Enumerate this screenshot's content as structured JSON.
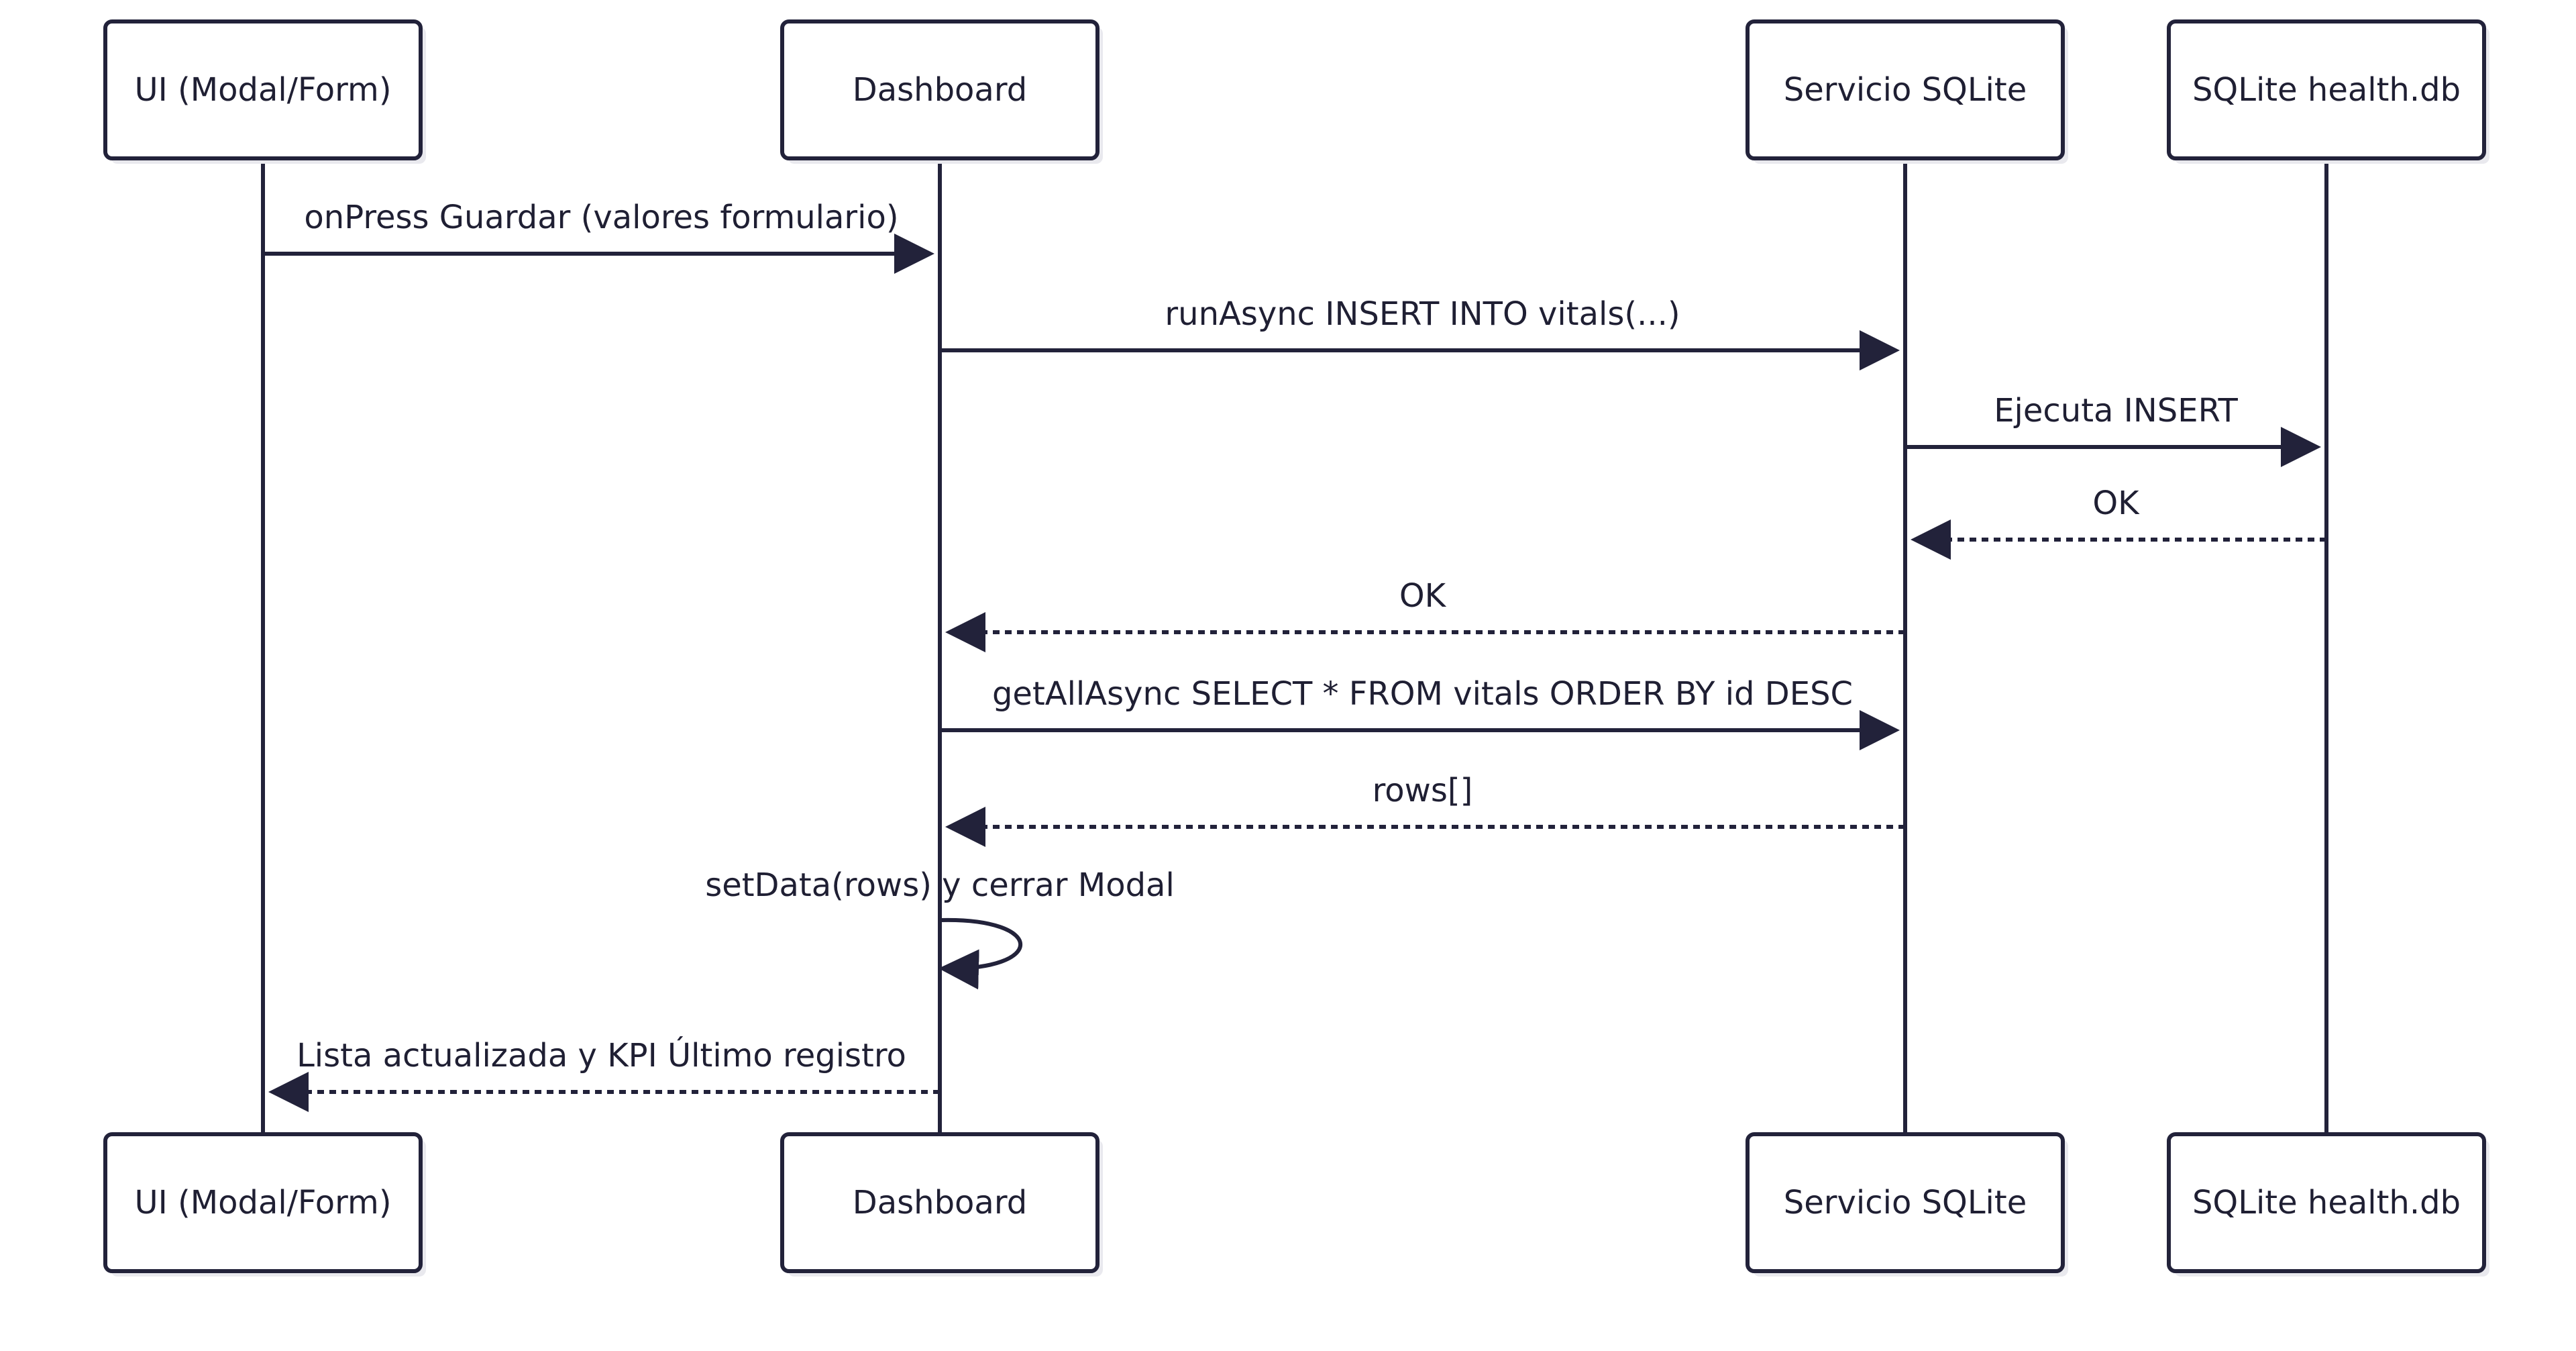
{
  "actors": [
    {
      "id": "ui",
      "label": "UI (Modal/Form)"
    },
    {
      "id": "dashboard",
      "label": "Dashboard"
    },
    {
      "id": "sqlite-service",
      "label": "Servicio SQLite"
    },
    {
      "id": "sqlite-db",
      "label": "SQLite health.db"
    }
  ],
  "messages": [
    {
      "from": "ui",
      "to": "dashboard",
      "label": "onPress Guardar (valores formulario)",
      "style": "solid"
    },
    {
      "from": "dashboard",
      "to": "sqlite-service",
      "label": "runAsync INSERT INTO vitals(...)",
      "style": "solid"
    },
    {
      "from": "sqlite-service",
      "to": "sqlite-db",
      "label": "Ejecuta INSERT",
      "style": "solid"
    },
    {
      "from": "sqlite-db",
      "to": "sqlite-service",
      "label": "OK",
      "style": "dashed"
    },
    {
      "from": "sqlite-service",
      "to": "dashboard",
      "label": "OK",
      "style": "dashed"
    },
    {
      "from": "dashboard",
      "to": "sqlite-service",
      "label": "getAllAsync SELECT * FROM vitals ORDER BY id DESC",
      "style": "solid"
    },
    {
      "from": "sqlite-service",
      "to": "dashboard",
      "label": "rows[]",
      "style": "dashed"
    },
    {
      "from": "dashboard",
      "to": "dashboard",
      "label": "setData(rows) y cerrar Modal",
      "style": "solid"
    },
    {
      "from": "dashboard",
      "to": "ui",
      "label": "Lista actualizada y KPI Último registro",
      "style": "dashed"
    }
  ]
}
